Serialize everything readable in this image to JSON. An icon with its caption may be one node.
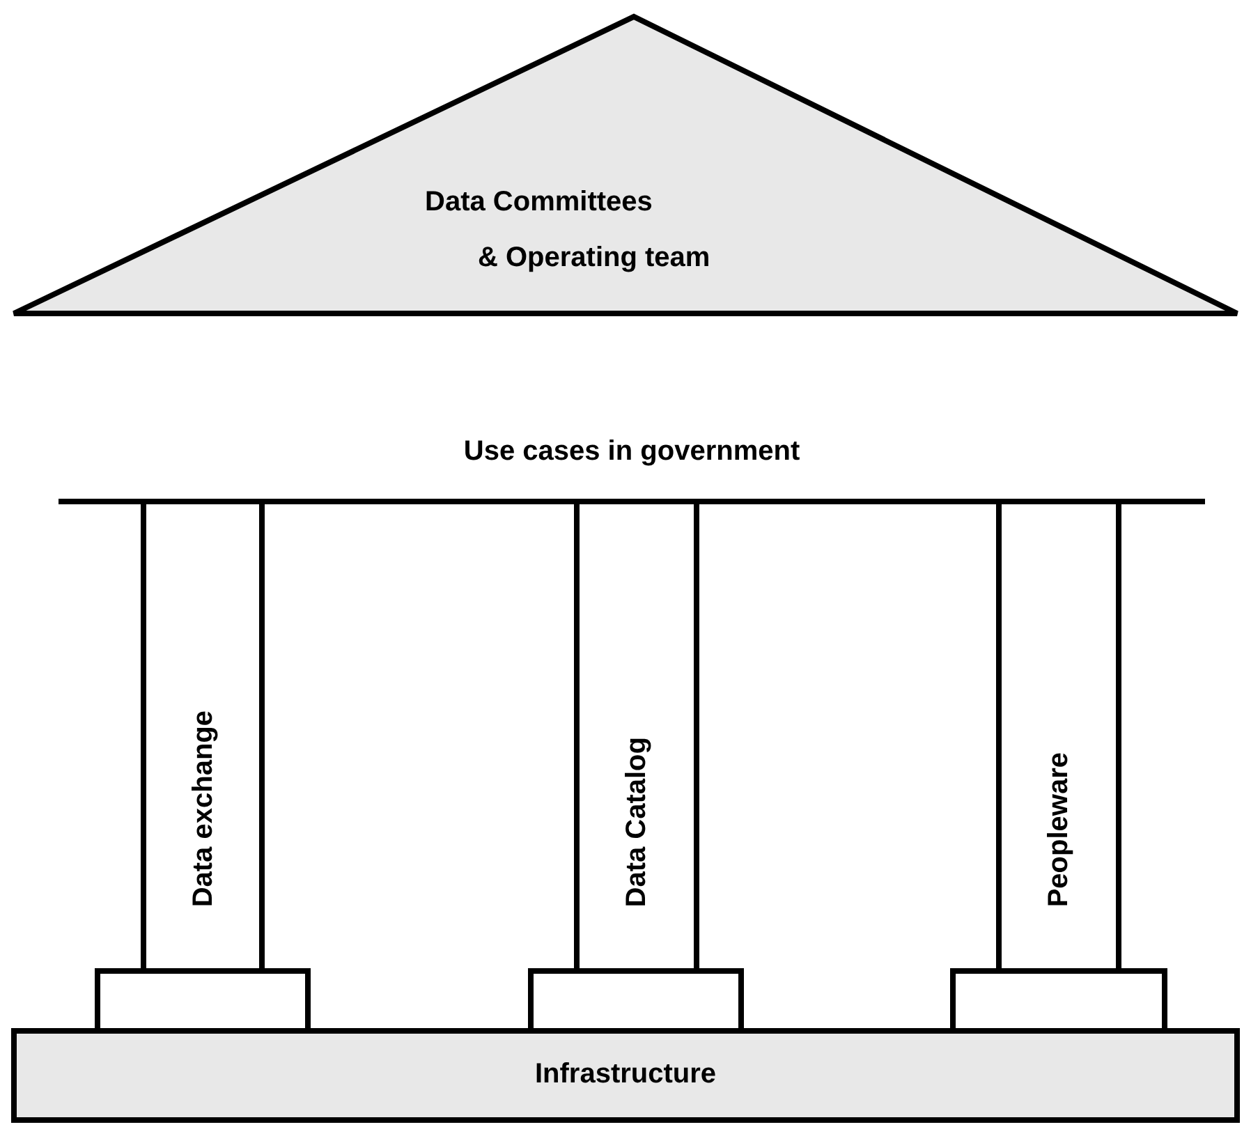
{
  "diagram": {
    "nodes": [
      {
        "text": [
          "Data Committees",
          "& Operating team"
        ]
      },
      {
        "text": [
          "Use cases in government"
        ]
      },
      {
        "text": [
          "Data exchange"
        ]
      },
      {
        "text": [
          "Data Catalog"
        ]
      },
      {
        "text": [
          "Peopleware"
        ]
      },
      {
        "text": [],
        "shape": "box"
      },
      {
        "text": [],
        "shape": "box"
      },
      {
        "text": [],
        "shape": "box"
      },
      {
        "text": [
          "Infrastructure"
        ]
      }
    ]
  }
}
